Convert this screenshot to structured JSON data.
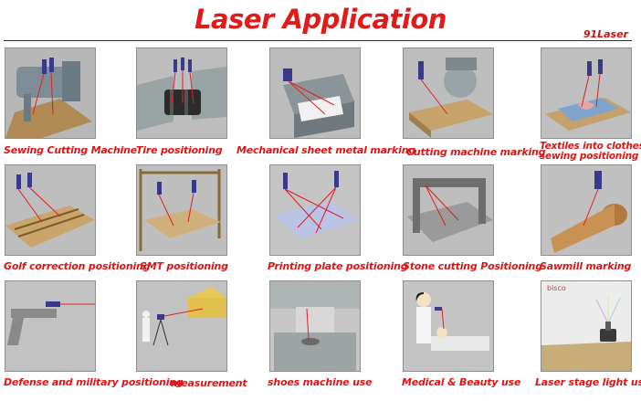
{
  "header": {
    "title": "Laser Application",
    "brand": "91Laser"
  },
  "applications": [
    {
      "label": "Sewing Cutting Machine"
    },
    {
      "label": "Tire positioning"
    },
    {
      "label": "Mechanical sheet metal marking"
    },
    {
      "label": "Cutting machine marking"
    },
    {
      "label_line1": "Textiles into clothes",
      "label_line2": "sewing positioning"
    },
    {
      "label": "Golf correction positioning"
    },
    {
      "label": "SMT positioning"
    },
    {
      "label": "Printing plate positioning"
    },
    {
      "label": "Stone cutting Positioning"
    },
    {
      "label": "Sawmill marking"
    },
    {
      "label": "Defense and military positioning"
    },
    {
      "label": "measurement"
    },
    {
      "label": "shoes machine use"
    },
    {
      "label": "Medical & Beauty use"
    },
    {
      "label": "Laser stage light use",
      "image_text": "bisco"
    }
  ],
  "colors": {
    "title": "#e11a1a",
    "caption": "#dd1515",
    "laser": "#e02020",
    "tile_bg": "#b9b9b9"
  }
}
